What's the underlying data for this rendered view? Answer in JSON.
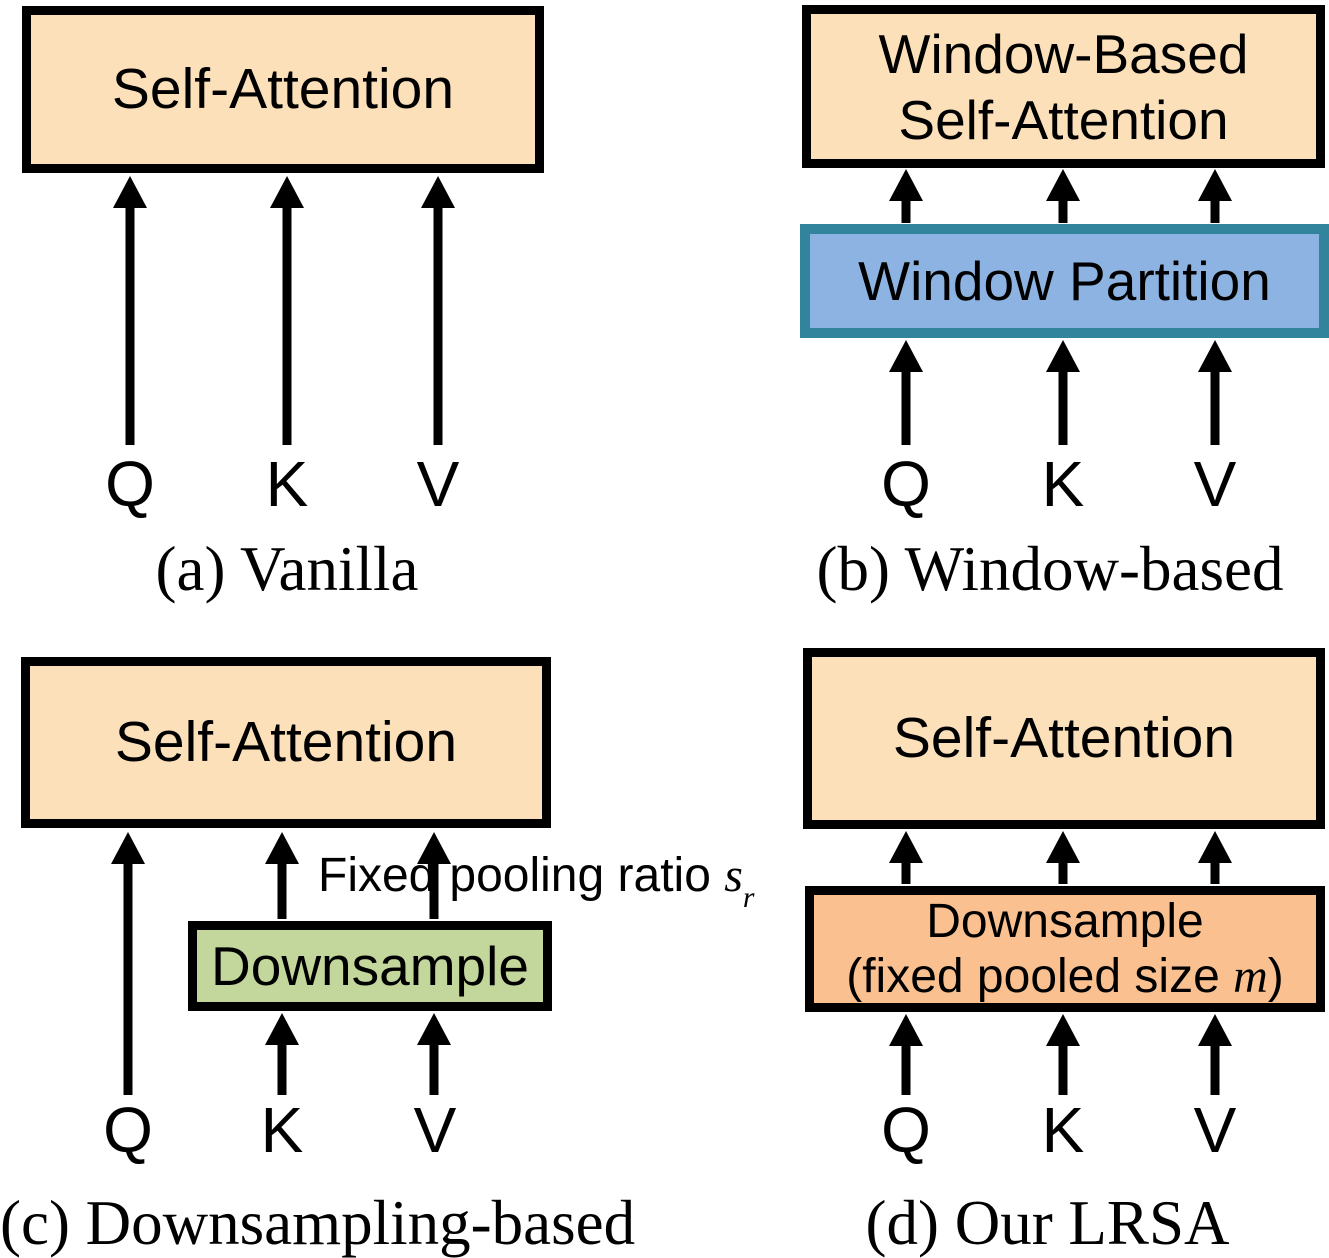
{
  "colors": {
    "background": "#FFFFFF",
    "text": "#000000",
    "box_border": "#000000",
    "arrow": "#000000",
    "attention_fill": "#FCE0BA",
    "partition_fill": "#8DB3E2",
    "partition_border": "#31849B",
    "downsample_fill": "#C3D69B",
    "lrsa_downsample_fill": "#FAC090"
  },
  "panel_a": {
    "attention_label": "Self-Attention",
    "inputs": {
      "q": "Q",
      "k": "K",
      "v": "V"
    },
    "caption": "(a) Vanilla"
  },
  "panel_b": {
    "attention_label_line1": "Window-Based",
    "attention_label_line2": "Self-Attention",
    "partition_label": "Window Partition",
    "inputs": {
      "q": "Q",
      "k": "K",
      "v": "V"
    },
    "caption": "(b) Window-based"
  },
  "panel_c": {
    "attention_label": "Self-Attention",
    "downsample_label": "Downsample",
    "annotation": {
      "text_before_arrow": "Fixed",
      "text_after_arrow": "pooling ratio ",
      "var": "s",
      "var_sub": "r"
    },
    "inputs": {
      "q": "Q",
      "k": "K",
      "v": "V"
    },
    "caption": "(c) Downsampling-based"
  },
  "panel_d": {
    "attention_label": "Self-Attention",
    "downsample_label_line1": "Downsample",
    "downsample_label_line2_prefix": "(fixed pooled size ",
    "downsample_label_line2_var": "m",
    "downsample_label_line2_suffix": ")",
    "inputs": {
      "q": "Q",
      "k": "K",
      "v": "V"
    },
    "caption": "(d) Our LRSA"
  }
}
